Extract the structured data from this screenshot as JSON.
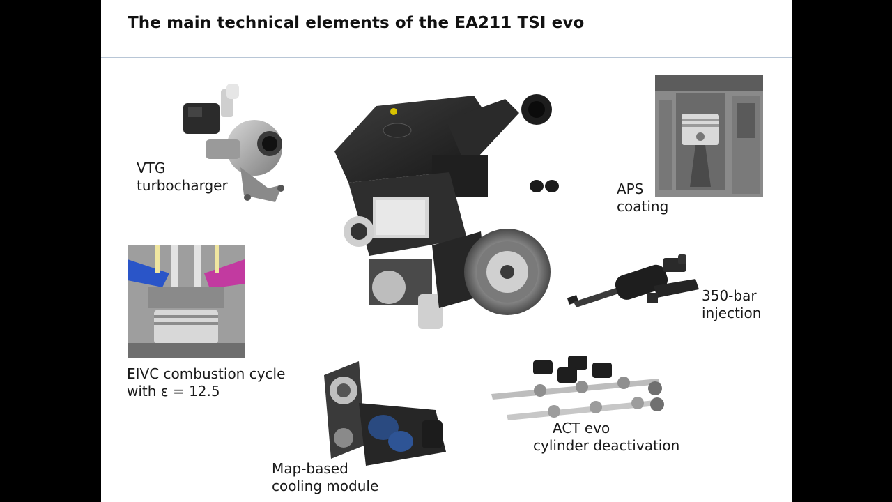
{
  "slide": {
    "title": "The main technical elements of the EA211 TSI evo"
  },
  "labels": {
    "vtg": [
      "VTG",
      "turbocharger"
    ],
    "aps": [
      "APS",
      "coating"
    ],
    "injection": [
      "350-bar",
      "injection"
    ],
    "eivc": [
      "EIVC combustion cycle",
      "with ε = 12.5"
    ],
    "cooling": [
      "Map-based",
      "cooling module"
    ],
    "act": [
      "ACT evo",
      "cylinder deactivation"
    ]
  },
  "icons": {
    "engine": "engine-icon",
    "turbocharger": "turbocharger-icon",
    "piston_block": "piston-block-icon",
    "injector": "injector-icon",
    "combustion": "combustion-chamber-icon",
    "cooling_module": "cooling-module-icon",
    "camshaft": "camshaft-icon"
  },
  "colors": {
    "background": "#ffffff",
    "frame": "#000000",
    "rule": "#b8c6d6",
    "intake_blue": "#2a55c8",
    "exhaust_magenta": "#c23aa0",
    "metal_dark": "#2b2b2b",
    "metal_light": "#c9c9c9"
  }
}
